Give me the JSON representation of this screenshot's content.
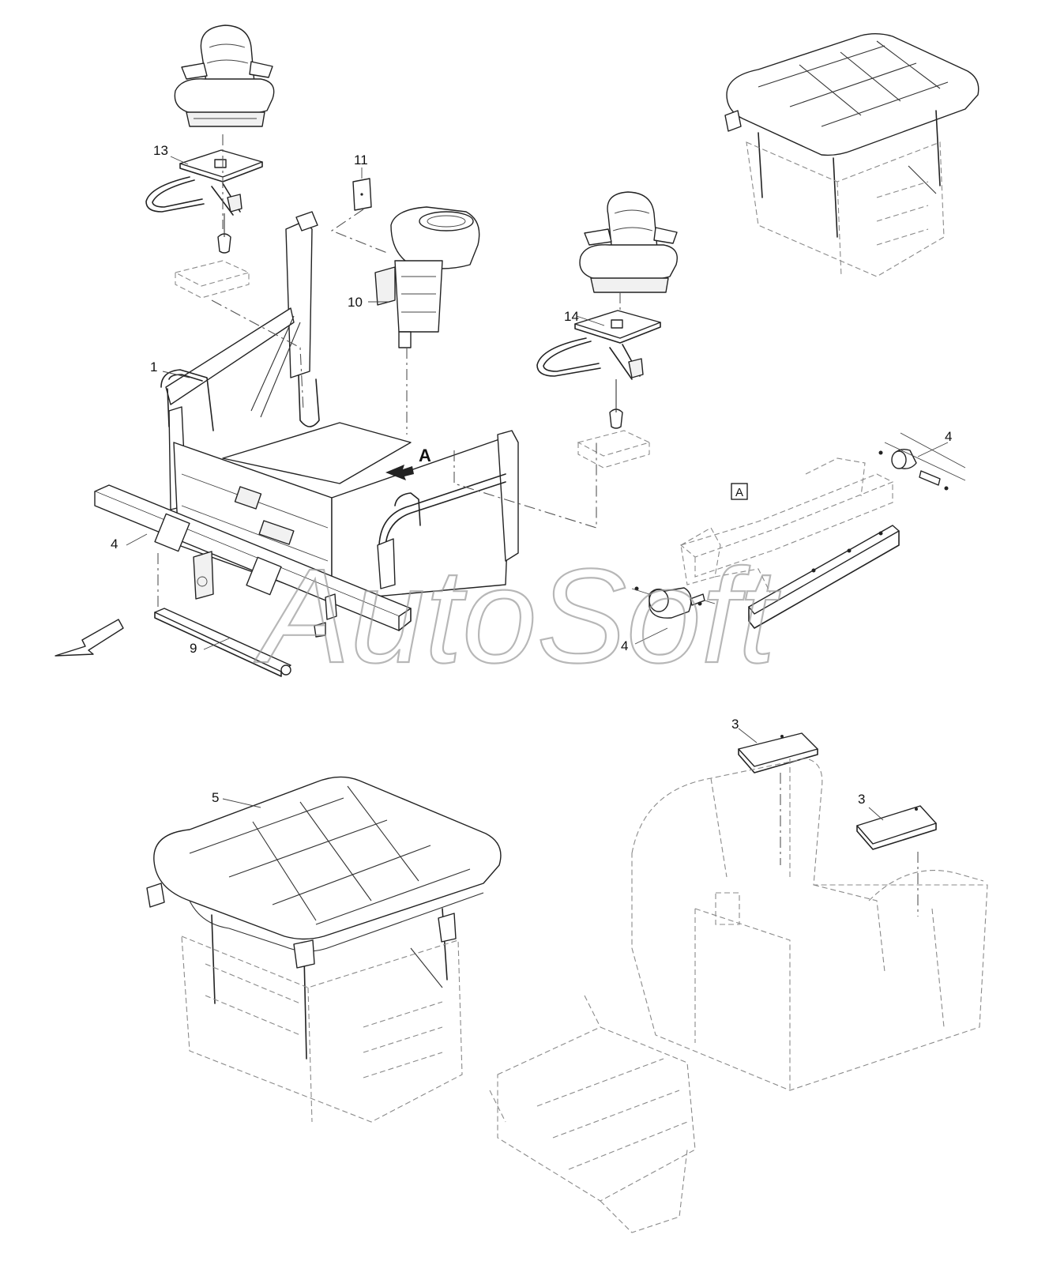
{
  "watermark": "AutoSoft",
  "view_label": "A",
  "view_box_label": "A",
  "callouts": [
    {
      "id": "c1",
      "label": "1"
    },
    {
      "id": "c3a",
      "label": "3"
    },
    {
      "id": "c3b",
      "label": "3"
    },
    {
      "id": "c4a",
      "label": "4"
    },
    {
      "id": "c4b",
      "label": "4"
    },
    {
      "id": "c4c",
      "label": "4"
    },
    {
      "id": "c5",
      "label": "5"
    },
    {
      "id": "c9",
      "label": "9"
    },
    {
      "id": "c10",
      "label": "10"
    },
    {
      "id": "c11",
      "label": "11"
    },
    {
      "id": "c13",
      "label": "13"
    },
    {
      "id": "c14",
      "label": "14"
    }
  ]
}
